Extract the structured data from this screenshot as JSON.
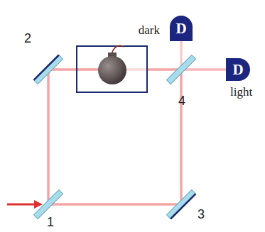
{
  "diagram": {
    "nodes": [
      {
        "text": [
          "D",
          "dark"
        ]
      },
      {
        "text": [
          "D",
          "light"
        ]
      }
    ],
    "labels": [
      "2",
      "4",
      "1",
      "3"
    ]
  }
}
